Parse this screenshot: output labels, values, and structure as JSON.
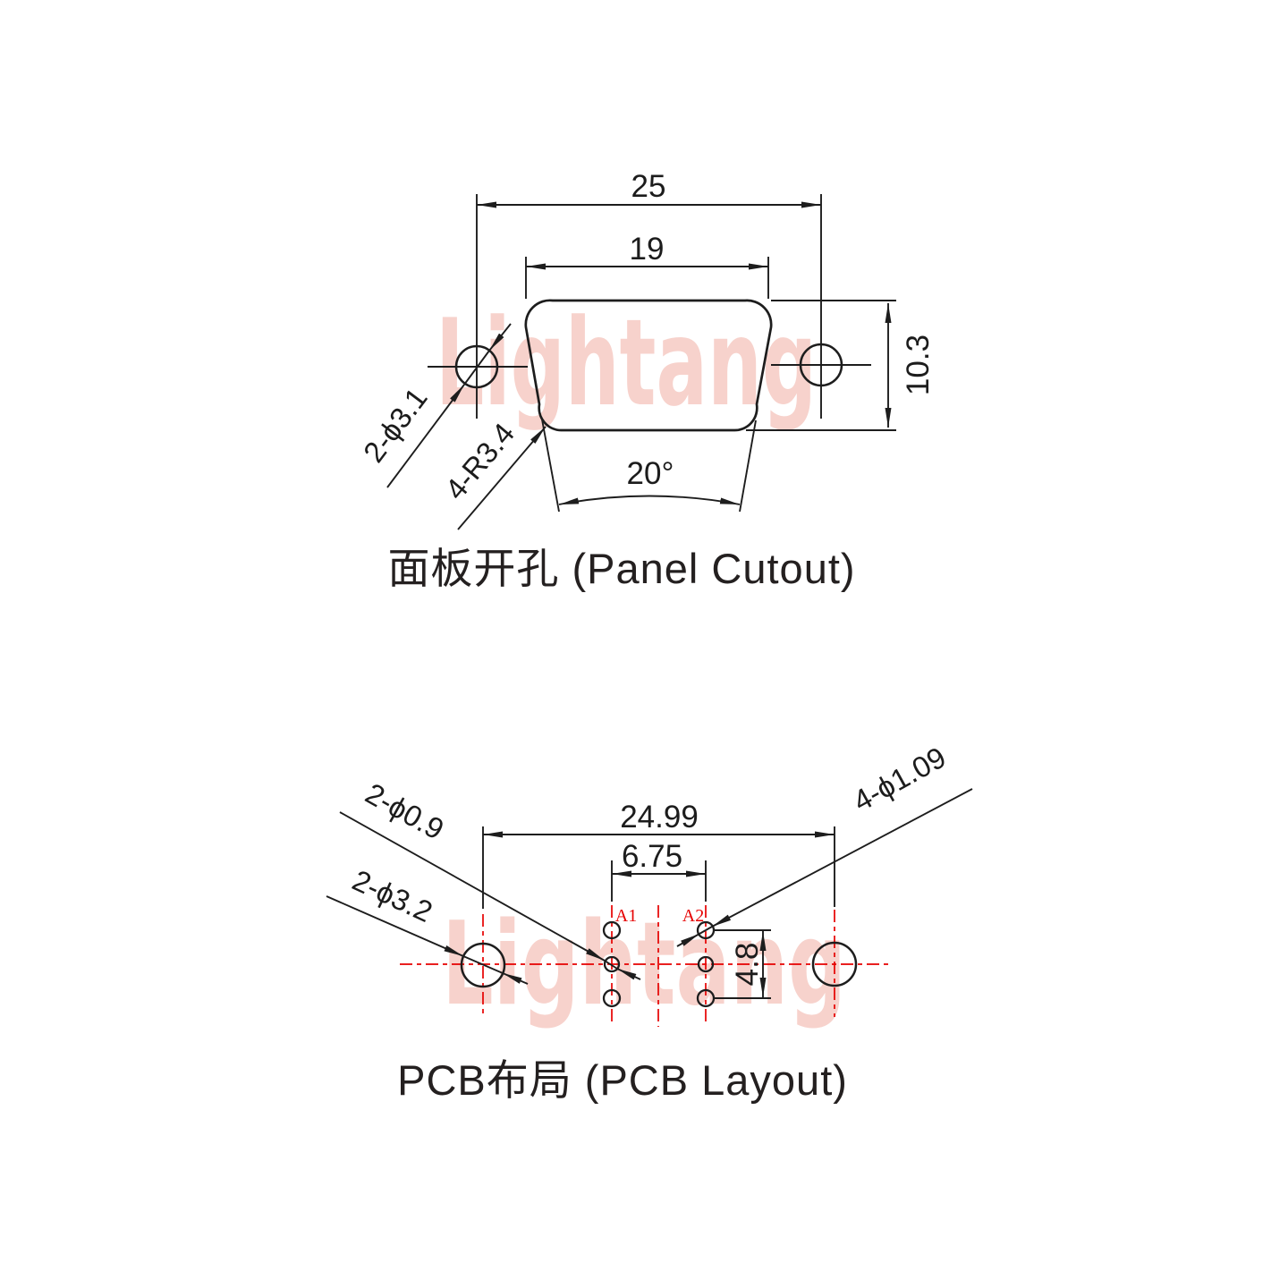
{
  "watermark": {
    "text": "Lightang"
  },
  "colors": {
    "line": "#1d1d1d",
    "centerline_red": "#e60000",
    "pin_label_red": "#e60000",
    "watermark_pink": "#f7d2cc",
    "background": "#ffffff"
  },
  "panel": {
    "caption": "面板开孔 (Panel Cutout)",
    "dim_outer": "25",
    "dim_inner": "19",
    "dim_height": "10.3",
    "dim_angle": "20°",
    "label_holes": "2-ϕ3.1",
    "label_radius": "4-R3.4"
  },
  "pcb": {
    "caption": "PCB布局 (PCB Layout)",
    "dim_span": "24.99",
    "dim_pitch": "6.75",
    "dim_rows": "4.8",
    "label_small_holes": "2-ϕ0.9",
    "label_mount_holes": "2-ϕ3.2",
    "label_signal_holes": "4-ϕ1.09",
    "pin_a1": "A1",
    "pin_a2": "A2"
  }
}
